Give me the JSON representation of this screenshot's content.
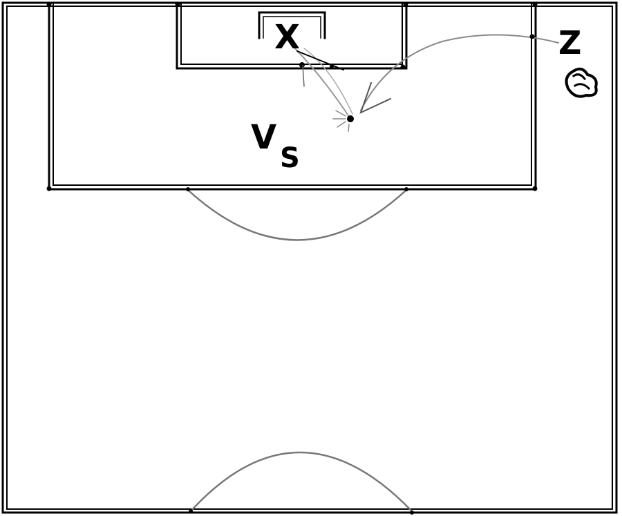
{
  "labels": {
    "player_x": "X",
    "player_v": "V",
    "player_v_sub": "S",
    "player_z": "Z"
  },
  "icons": {
    "ball": "ball-icon",
    "goal": "goal-icon"
  },
  "colors": {
    "background": "#ffffff",
    "line": "#000000",
    "arc": "#777777",
    "path": "#999999"
  }
}
